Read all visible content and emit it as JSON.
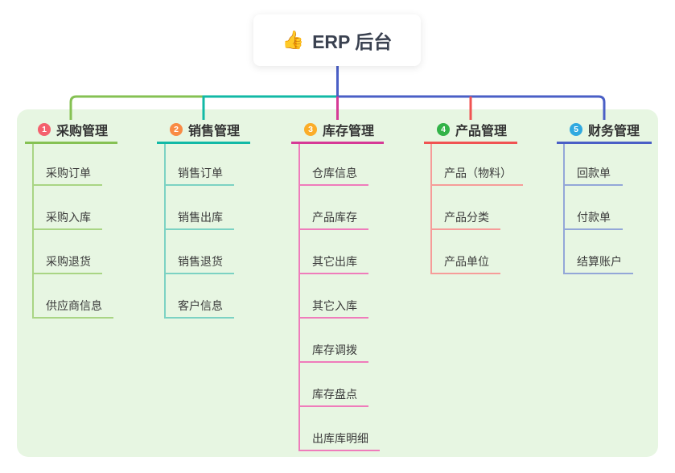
{
  "root": {
    "icon": "👍",
    "label": "ERP 后台"
  },
  "canvas": {
    "background": "#ffffff",
    "panel_background": "#e7f6e2",
    "title_text_color": "#3a4150",
    "node_text_color": "#333333"
  },
  "connector_colors": {
    "root_stem": "#4a5fc6",
    "segment_left": "#85c153",
    "segment_mid": "#12b9a6",
    "segment_right": "#4a5fc6",
    "drop_branch3": "#d63a96",
    "drop_branch4": "#f05352"
  },
  "branches": [
    {
      "num": "1",
      "title": "采购管理",
      "badge_color": "#f4606d",
      "line_color": "#85c153",
      "child_line_color": "#a9d584",
      "children": [
        "采购订单",
        "采购入库",
        "采购退货",
        "供应商信息"
      ]
    },
    {
      "num": "2",
      "title": "销售管理",
      "badge_color": "#f98b45",
      "line_color": "#12b9a6",
      "child_line_color": "#7cd2c3",
      "children": [
        "销售订单",
        "销售出库",
        "销售退货",
        "客户信息"
      ]
    },
    {
      "num": "3",
      "title": "库存管理",
      "badge_color": "#fbad28",
      "line_color": "#d63a96",
      "child_line_color": "#ef7cbb",
      "children": [
        "仓库信息",
        "产品库存",
        "其它出库",
        "其它入库",
        "库存调拨",
        "库存盘点",
        "出库库明细"
      ]
    },
    {
      "num": "4",
      "title": "产品管理",
      "badge_color": "#33b348",
      "line_color": "#f05352",
      "child_line_color": "#f69c99",
      "children": [
        "产品（物料）",
        "产品分类",
        "产品单位"
      ]
    },
    {
      "num": "5",
      "title": "财务管理",
      "badge_color": "#30a9e0",
      "line_color": "#4a5fc6",
      "child_line_color": "#93a7d8",
      "children": [
        "回款单",
        "付款单",
        "结算账户"
      ]
    }
  ]
}
